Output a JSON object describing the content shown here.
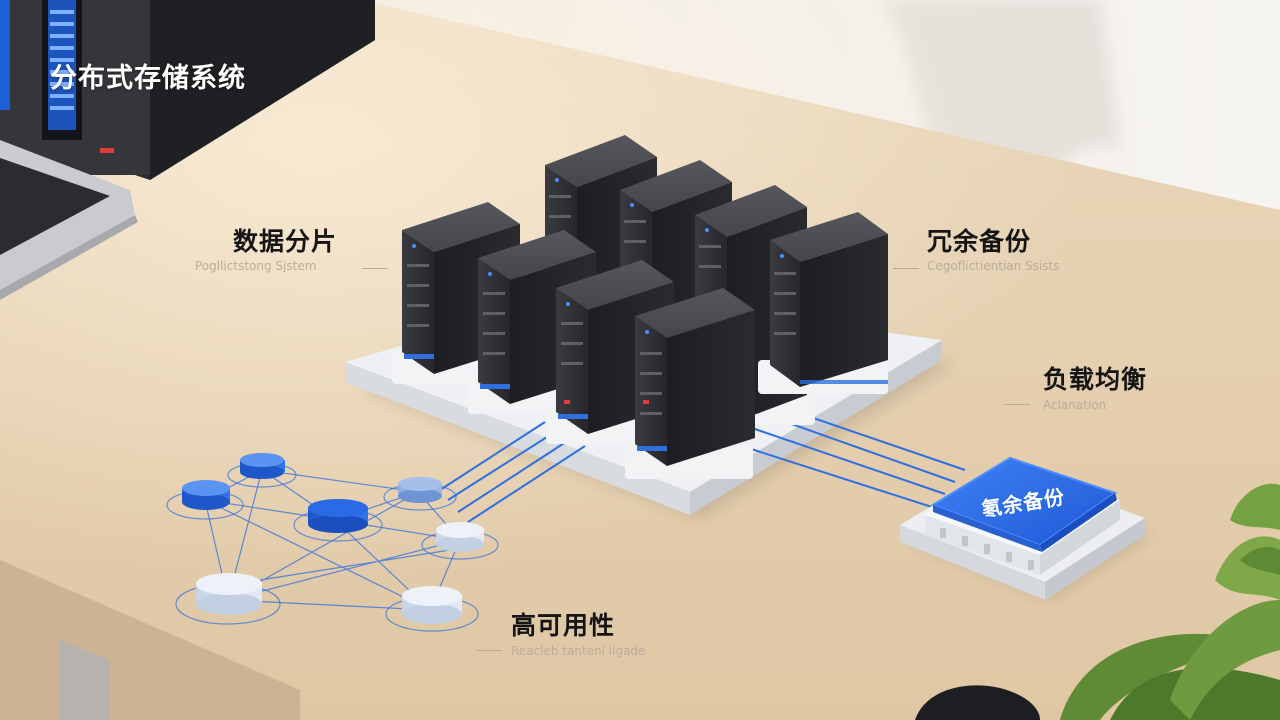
{
  "title": "分布式存储系统",
  "labels": {
    "sharding": {
      "heading": "数据分片",
      "sub": "Pogllictstong Sjstem"
    },
    "redundancy": {
      "heading": "冗余备份",
      "sub": "Cegoflictientian Ssists"
    },
    "load_balance": {
      "heading": "负载均衡",
      "sub": "Aclanation"
    },
    "high_availability": {
      "heading": "高可用性",
      "sub": "Reacleb tantenl ligade"
    }
  },
  "chip": {
    "label": "氡余备份"
  },
  "colors": {
    "accent": "#2f6fe0",
    "chip": "#2d6ae6",
    "server": "#2b2c30",
    "desk": "#e6d2b4"
  }
}
